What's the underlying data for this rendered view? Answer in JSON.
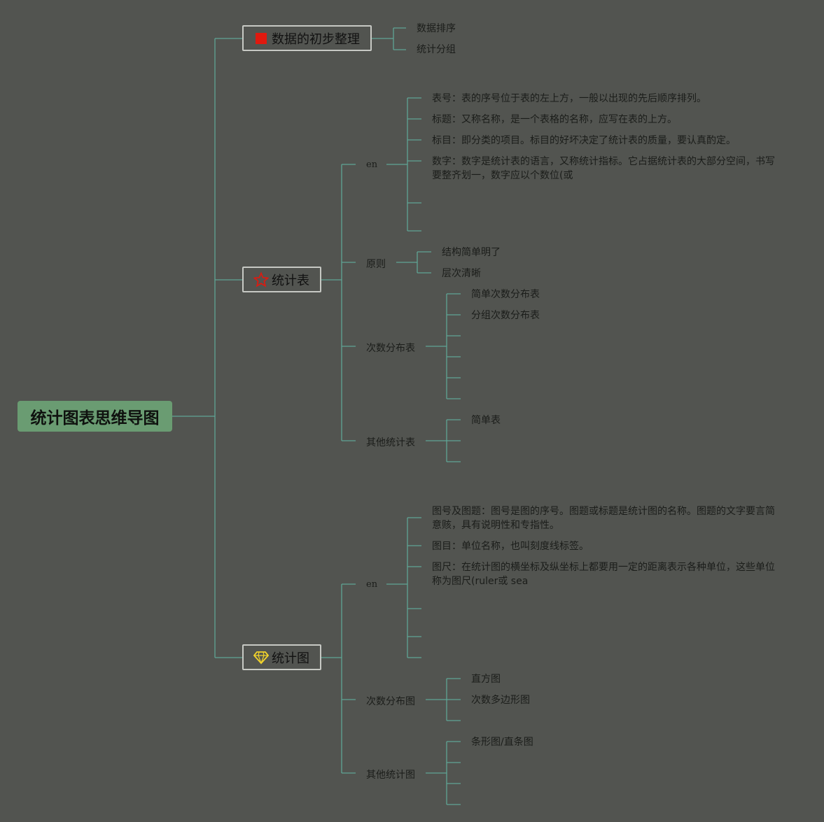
{
  "root": {
    "title": "统计图表思维导图"
  },
  "branches": [
    {
      "label": "数据的初步整理",
      "icon": "red-square-icon",
      "children": [
        "数据排序",
        "统计分组"
      ]
    },
    {
      "label": "统计表",
      "icon": "star-outline-icon",
      "groups": [
        {
          "label": "en",
          "items": [
            "表号：表的序号位于表的左上方，一般以出现的先后顺序排列。",
            "标题：又称名称，是一个表格的名称，应写在表的上方。",
            "标目：即分类的项目。标目的好坏决定了统计表的质量，要认真酌定。",
            "数字：数字是统计表的语言，又称统计指标。它占据统计表的大部分空间，书写要整齐划一，数字应以个数位(或"
          ]
        },
        {
          "label": "原则",
          "items": [
            "结构简单明了",
            "层次清晰"
          ]
        },
        {
          "label": "次数分布表",
          "items": [
            "简单次数分布表",
            "分组次数分布表"
          ]
        },
        {
          "label": "其他统计表",
          "items": [
            "简单表"
          ]
        }
      ]
    },
    {
      "label": "统计图",
      "icon": "diamond-gem-icon",
      "groups": [
        {
          "label": "en",
          "items": [
            "图号及图题：图号是图的序号。图题或标题是统计图的名称。图题的文字要言简意赅，具有说明性和专指性。",
            "图目：单位名称，也叫刻度线标签。",
            "图尺：在统计图的横坐标及纵坐标上都要用一定的距离表示各种单位，这些单位称为图尺(ruler或 sea"
          ]
        },
        {
          "label": "次数分布图",
          "items": [
            "直方图",
            "次数多边形图"
          ]
        },
        {
          "label": "其他统计图",
          "items": [
            "条形图/直条图"
          ]
        }
      ]
    }
  ],
  "colors": {
    "background": "#525450",
    "line": "#5fa595",
    "root": "#6a9c72",
    "border": "#c7c9c4",
    "red": "#e0190f",
    "yellow": "#f2d32b"
  }
}
